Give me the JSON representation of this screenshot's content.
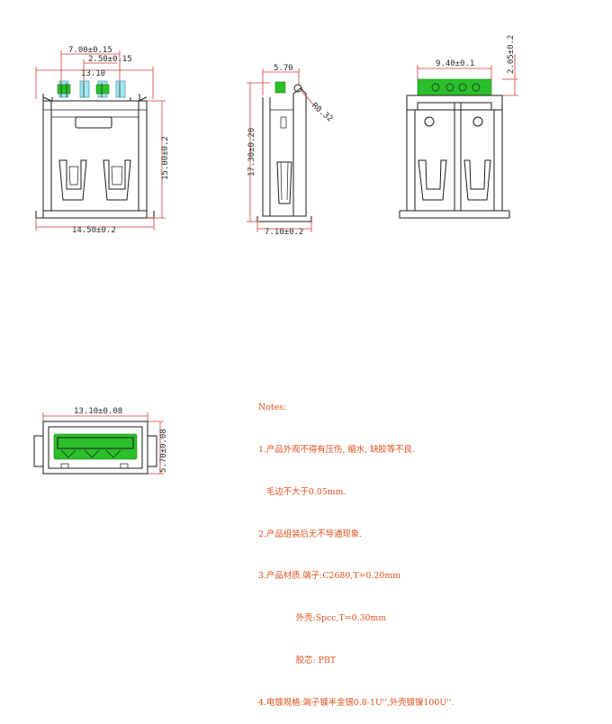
{
  "dimensions": {
    "front_top_pitch": "7.00±0.15",
    "front_top_pin": "2.50±0.15",
    "front_top_width": "13.10",
    "front_bottom_width": "14.50±0.2",
    "front_height": "15.00±0.2",
    "side_top": "5.70",
    "side_radius": "R0.32",
    "side_height": "17.30±0.20",
    "side_bottom": "7.10±0.2",
    "back_top": "9.40±0.1",
    "back_side": "2.05±0.2",
    "mouth_width": "13.10±0.08",
    "mouth_height": "5.70±0.08"
  },
  "notes": {
    "title": "Notes:",
    "lines": [
      "1.产品外观不得有压伤, 缩水, 缺胶等不良.",
      "   毛边不大于0.05mm.",
      "2.产品组装后无不导通现象.",
      "3.产品材质.端子:C2680,T=0.20mm",
      "              外壳:Spcc,T=0.30mm",
      "              胶芯: PBT",
      "4.电镀规格:端子镀半金锡0.8-1U'',外壳镀镍100U''."
    ]
  },
  "colors": {
    "outline": "#1a1a1a",
    "dimension": "#d63a3a",
    "contacts": "#2bbf2b",
    "pins": "#9fe8ef",
    "notes_text": "#e0501c"
  }
}
